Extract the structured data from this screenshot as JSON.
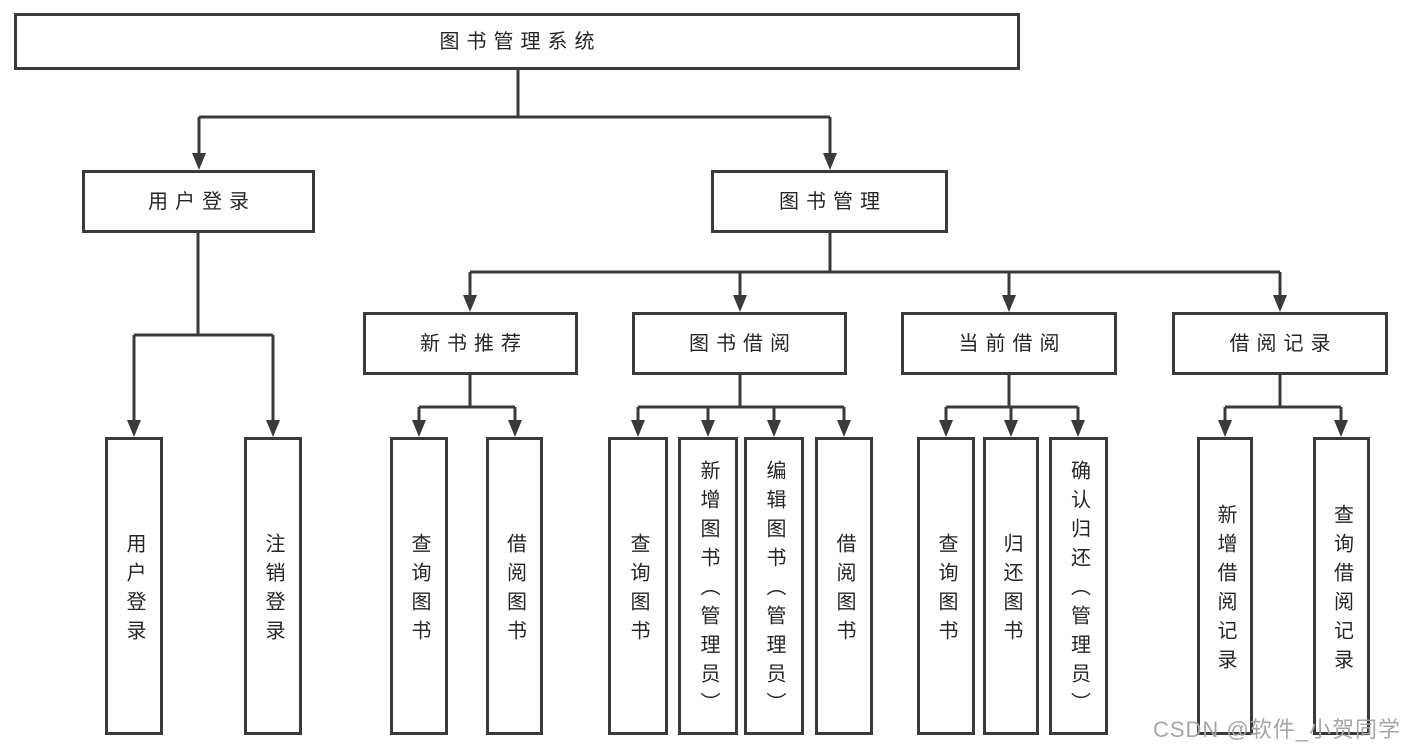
{
  "diagram_type": "hierarchy-tree",
  "colors": {
    "background": "#ffffff",
    "line": "#3a3a3a",
    "box_border": "#3a3a3a",
    "box_fill": "#ffffff",
    "text": "#262626",
    "watermark": "#a6a6a6"
  },
  "nodes": {
    "root": "图书管理系统",
    "user_login": {
      "label": "用户登录",
      "children": [
        "用户登录",
        "注销登录"
      ]
    },
    "book_mgmt": {
      "label": "图书管理"
    },
    "new_books": {
      "label": "新书推荐",
      "children": [
        "查询图书",
        "借阅图书"
      ]
    },
    "borrow": {
      "label": "图书借阅",
      "children": [
        "查询图书",
        "新增图书（管理员）",
        "编辑图书（管理员）",
        "借阅图书"
      ]
    },
    "current": {
      "label": "当前借阅",
      "children": [
        "查询图书",
        "归还图书",
        "确认归还（管理员）"
      ]
    },
    "records": {
      "label": "借阅记录",
      "children": [
        "新增借阅记录",
        "查询借阅记录"
      ]
    }
  },
  "watermark": {
    "text": "CSDN @软件_小贺同学"
  }
}
